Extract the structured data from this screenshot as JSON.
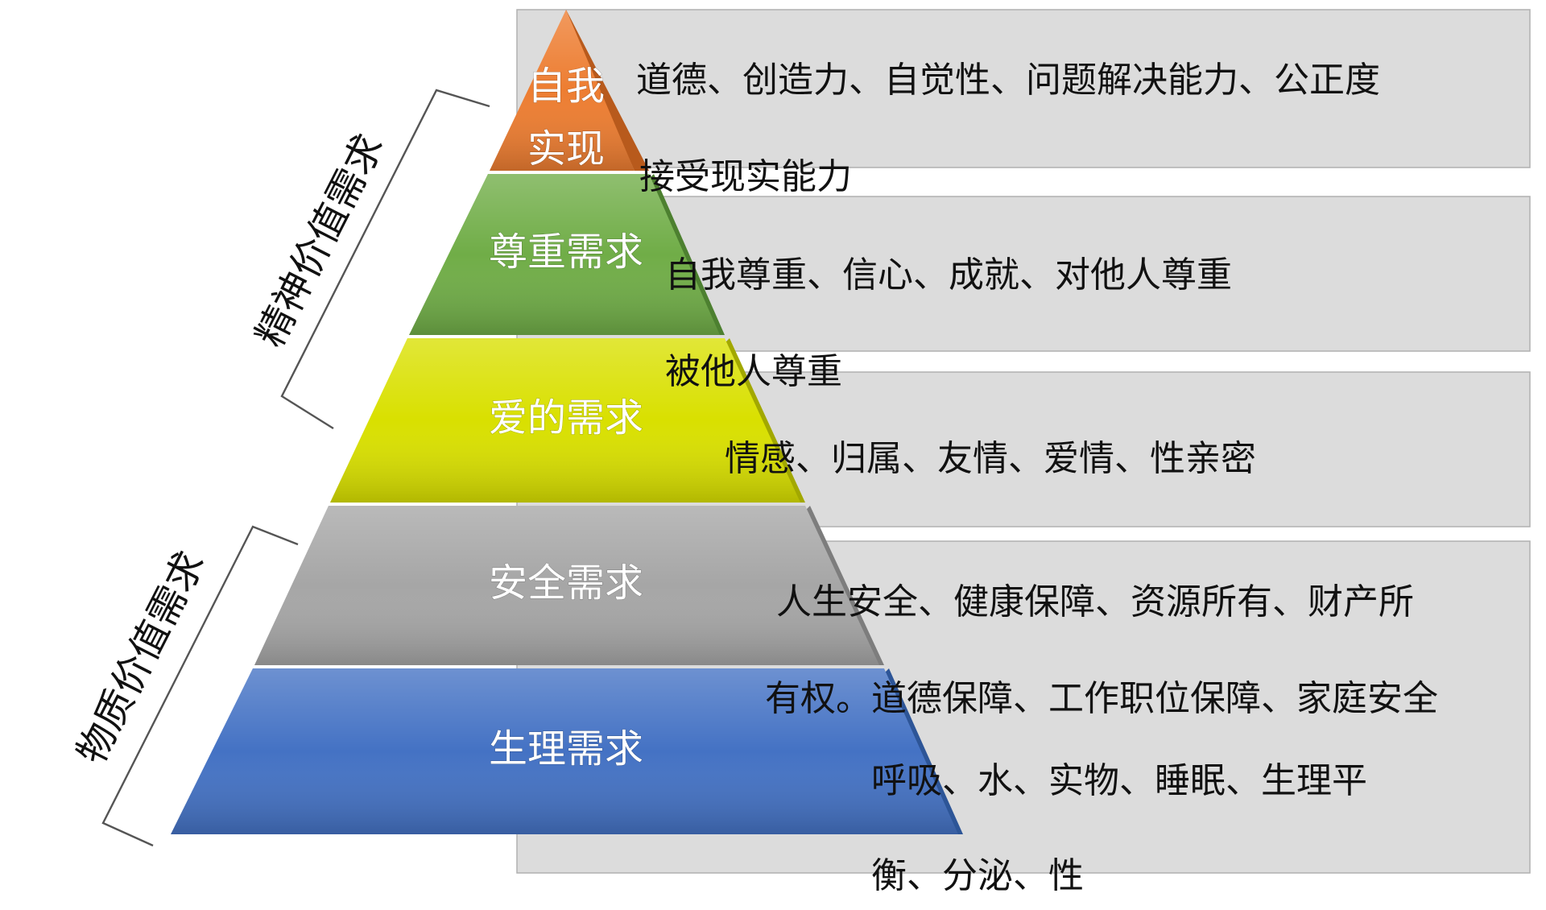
{
  "colors": {
    "self_actualization": "#ed7d31",
    "esteem": "#70ad47",
    "love": "#d9e000",
    "safety": "#a6a6a6",
    "physiological": "#4472c4",
    "band": "#dcdcdc"
  },
  "levels": {
    "self_actualization": {
      "line1": "自我",
      "line2": "实现"
    },
    "esteem": {
      "label": "尊重需求"
    },
    "love": {
      "label": "爱的需求"
    },
    "safety": {
      "label": "安全需求"
    },
    "physiological": {
      "label": "生理需求"
    }
  },
  "descriptions": {
    "self_actualization_1": "道德、创造力、自觉性、问题解决能力、公正度",
    "self_actualization_2": "接受现实能力",
    "esteem_1": "自我尊重、信心、成就、对他人尊重",
    "esteem_2": "被他人尊重",
    "love_1": "情感、归属、友情、爱情、性亲密",
    "safety_1": "人生安全、健康保障、资源所有、财产所",
    "safety_2": "有权。道德保障、工作职位保障、家庭安全",
    "physiological_1": "呼吸、水、实物、睡眠、生理平",
    "physiological_2": "衡、分泌、性"
  },
  "groups": {
    "spiritual": "精神价值需求",
    "material": "物质价值需求"
  }
}
